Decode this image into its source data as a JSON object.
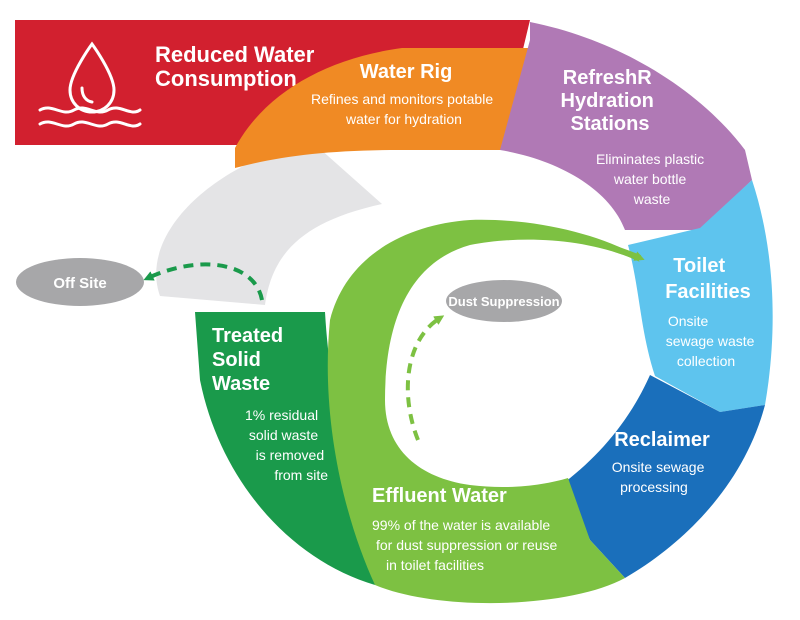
{
  "reduced": {
    "title_lines": [
      "Reduced Water",
      "Consumption"
    ],
    "color": "#d2202f"
  },
  "segments": {
    "water_rig": {
      "title": "Water Rig",
      "desc_lines": [
        "Refines and monitors potable",
        "water for hydration"
      ],
      "color": "#f08a24"
    },
    "refreshr": {
      "title_lines": [
        "RefreshR",
        "Hydration",
        "Stations"
      ],
      "desc_lines": [
        "Eliminates plastic",
        "water bottle",
        "waste"
      ],
      "color": "#b079b5"
    },
    "toilet": {
      "title_lines": [
        "Toilet",
        "Facilities"
      ],
      "desc_lines": [
        "Onsite",
        "sewage waste",
        "collection"
      ],
      "color": "#5ec4ee"
    },
    "reclaimer": {
      "title": "Reclaimer",
      "desc_lines": [
        "Onsite sewage",
        "processing"
      ],
      "color": "#1a6fbb"
    },
    "effluent": {
      "title": "Effluent Water",
      "desc_lines": [
        "99% of the water is available",
        "for dust suppression or reuse",
        "in toilet facilities"
      ],
      "color": "#7dc142"
    },
    "treated": {
      "title_lines": [
        "Treated",
        "Solid",
        "Waste"
      ],
      "desc_lines": [
        "1% residual",
        "solid waste",
        "is removed",
        "from site"
      ],
      "color": "#1a9a4b"
    }
  },
  "gray_arc_color": "#e4e4e6",
  "pill_color": "#a7a7a9",
  "off_site": {
    "label": "Off Site"
  },
  "dust": {
    "label": "Dust Suppression",
    "lines": [
      "Dust",
      "Suppression"
    ]
  },
  "icons": {
    "water": "water-drop-icon"
  }
}
